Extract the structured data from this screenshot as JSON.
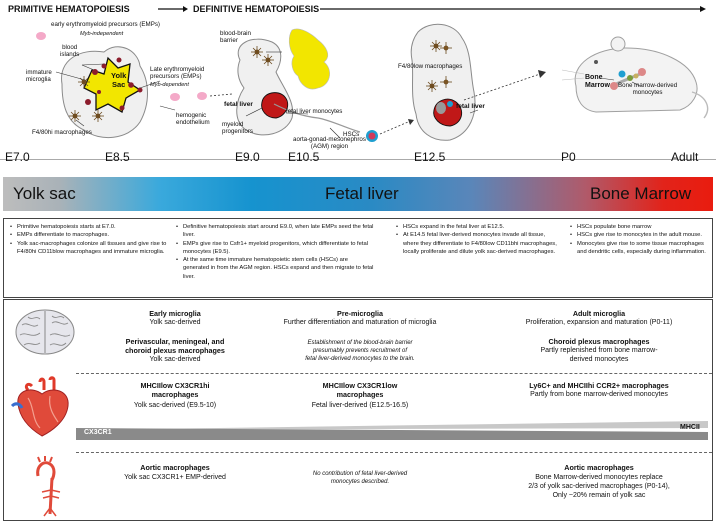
{
  "header": {
    "primitive": "PRIMITIVE HEMATOPOIESIS",
    "definitive": "DEFINITIVE HEMATOPOIESIS"
  },
  "labels": {
    "emps_early": "early erythromyeloid precursors (EMPs)",
    "myb_independent": "Myb-independent",
    "blood_islands": "blood\nislands",
    "immature_microglia": "immature\nmicroglia",
    "yolk_sac": "Yolk\nSac",
    "emps_late": "Late erythromyeloid\nprecursors (EMPs)",
    "myb_dependent": "Myb-dependent",
    "hemogenic": "hemogenic\nendothelium",
    "f480_macrophages": "F4/80hi macrophages",
    "bbb": "blood-brain\nbarrier",
    "fetal_liver_1": "fetal liver",
    "myeloid_progenitors": "myeloid\nprogenitors",
    "fl_monocytes": "fetal liver monocytes",
    "hscs": "HSCs",
    "agm": "aorta-gonad-mesonephros\n(AGM) region",
    "f480low": "F4/80low macrophages",
    "fetal_liver_2": "fetal liver",
    "bone_marrow": "Bone\nMarrow",
    "bm_monocytes": "Bone marrow-derived\nmonocytes"
  },
  "timeline": [
    "E7.0",
    "E8.5",
    "E9.0",
    "E10.5",
    "E12.5",
    "P0",
    "Adult"
  ],
  "band": {
    "yolk_sac": "Yolk sac",
    "fetal_liver": "Fetal liver",
    "bone_marrow": "Bone Marrow"
  },
  "summary": [
    [
      "Primitive hematopoiesis starts at E7.0.",
      "EMPs differentiate to macrophages.",
      "Yolk sac-macrophages colonize all tissues and give rise to F4/80hi CD11blow macrophages and immature microglia."
    ],
    [
      "Definitive hematopoiesis start around E9.0, when late EMPs seed the fetal liver.",
      "EMPs give rise to Csfr1+ myeloid progenitors, which differentiate to fetal monocytes (E9.5).",
      "At the same time immature hematopoietic stem cells (HSCs) are generated in from the AGM region. HSCs expand and then migrate to fetal liver."
    ],
    [
      "HSCs expand in the fetal liver at E12.5.",
      "At E14.5 fetal liver-derived monocytes invade all tissue, where they differentiate to F4/80low CD11bhi macrophages, locally proliferate and dilute yolk sac-derived macrophages."
    ],
    [
      "HSCs populate bone marrow",
      "HSCs give rise to monocytes in the adult mouse.",
      "Monocytes give rise to some tissue macrophages and dendritic cells, especially during inflammation."
    ]
  ],
  "brain": {
    "c1_title": "Early microglia",
    "c1_sub": "Yolk sac-derived",
    "c2_title": "Pre-microglia",
    "c2_sub": "Further differentiation and maturation of microglia",
    "c3_title": "Adult microglia",
    "c3_sub": "Proliferation, expansion and maturation (P0-11)",
    "c1b_title": "Perivascular, meningeal, and\nchoroid plexus macrophages",
    "c1b_sub": "Yolk sac-derived",
    "c2_note": "Establishment of the blood-brain barrier\npresumably prevents recruitment of\nfetal liver-derived monocytes to the brain.",
    "c3b_title": "Choroid plexus macrophages",
    "c3b_sub": "Partly replenished from bone marrow-\nderived monocytes"
  },
  "heart": {
    "c1_title": "MHCIIlow CX3CR1hi\nmacrophages",
    "c1_sub": "Yolk sac-derived (E9.5-10)",
    "c2_title": "MHCIIlow CX3CR1low\nmacrophages",
    "c2_sub": "Fetal liver-derived (E12.5-16.5)",
    "c3_title": "Ly6C+ and MHCIIhi CCR2+ macrophages",
    "c3_sub": "Partly from bone marrow-derived monocytes",
    "bar_left": "CX3CR1",
    "bar_right": "MHCII"
  },
  "aorta": {
    "c1_title": "Aortic macrophages",
    "c1_sub": "Yolk sac CX3CR1+ EMP-derived",
    "c2_note": "No contribution of fetal liver-derived\nmonocytes described.",
    "c3_title": "Aortic macrophages",
    "c3_sub": "Bone Marrow-derived monocytes replace\n2/3 of yolk sac-derived macrophages (P0-14),\nOnly ~20% remain of yolk sac"
  },
  "colors": {
    "yolk": "#f2e600",
    "liver": "#c01818",
    "band_left": "#bdbdbd",
    "band_mid": "#1693cf",
    "band_right": "#e91c0f"
  }
}
